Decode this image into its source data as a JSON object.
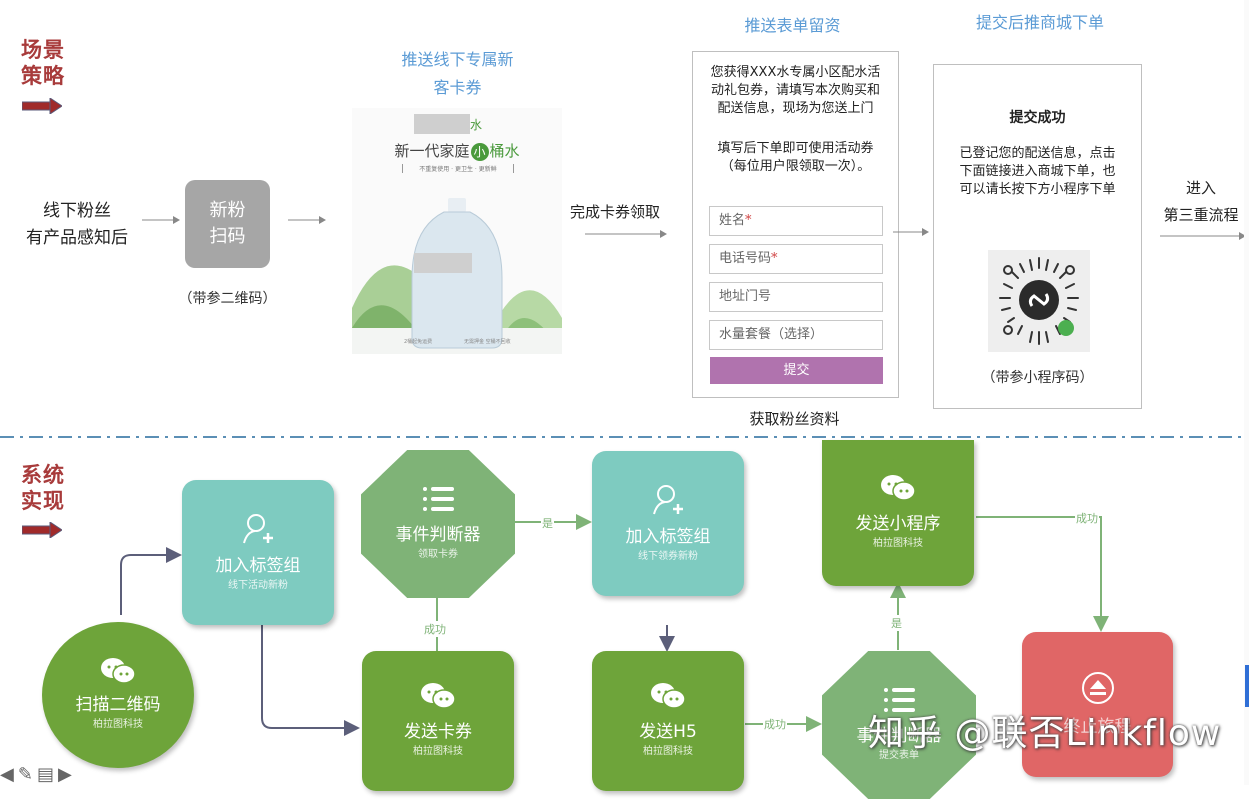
{
  "scenario": {
    "section_label": "场景\n策略",
    "line1": "场景",
    "line2": "策略",
    "start_text": [
      "线下粉丝",
      "有产品感知后"
    ],
    "scan_box": [
      "新粉",
      "扫码"
    ],
    "scan_caption": "（带参二维码）",
    "coupon_title": [
      "推送线下专属新",
      "客卡券"
    ],
    "poster": {
      "brand_suffix": "水",
      "headline_prefix": "新一代家庭",
      "headline_badge": "小",
      "headline_suffix": "桶水",
      "tagline": "不重复使用 · 更卫生 · 更新鲜",
      "footer_left": "2桶起免运费",
      "footer_right": "无需押金 空桶不回收"
    },
    "coupon_done": "完成卡券领取",
    "form_title": "推送表单留资",
    "form": {
      "intro": [
        "您获得XXX水专属小区配水活",
        "动礼包券，请填写本次购买和",
        "配送信息，现场为您送上门"
      ],
      "note": [
        "填写后下单即可使用活动券",
        "（每位用户限领取一次）。"
      ],
      "fields": [
        {
          "label": "姓名",
          "required": "*"
        },
        {
          "label": "电话号码",
          "required": "*"
        },
        {
          "label": "地址门号",
          "required": ""
        },
        {
          "label": "水量套餐（选择）",
          "required": ""
        }
      ],
      "submit": "提交"
    },
    "form_caption": "获取粉丝资料",
    "after_title": "提交后推商城下单",
    "success": {
      "title": "提交成功",
      "body": [
        "已登记您的配送信息，点击",
        "下面链接进入商城下单，也",
        "可以请长按下方小程序下单"
      ],
      "qr_caption": "（带参小程序码）"
    },
    "next_text": [
      "进入",
      "第三重流程"
    ]
  },
  "system": {
    "line1": "系统",
    "line2": "实现",
    "nodes": {
      "scan": {
        "title": "扫描二维码",
        "sub": "柏拉图科技"
      },
      "tag1": {
        "title": "加入标签组",
        "sub": "线下活动新粉"
      },
      "send_coupon": {
        "title": "发送卡券",
        "sub": "柏拉图科技"
      },
      "judge1": {
        "title": "事件判断器",
        "sub": "领取卡券"
      },
      "tag2": {
        "title": "加入标签组",
        "sub": "线下领券新粉"
      },
      "send_h5": {
        "title": "发送H5",
        "sub": "柏拉图科技"
      },
      "judge2": {
        "title": "事件判断器",
        "sub": "提交表单"
      },
      "send_mini": {
        "title": "发送小程序",
        "sub": "柏拉图科技"
      },
      "stop": {
        "title": "终止旅程",
        "sub": ""
      }
    },
    "edges": {
      "success": "成功",
      "yes": "是"
    }
  },
  "watermark": "知乎 @联否Linkflow",
  "colors": {
    "section_red": "#a83b3b",
    "title_blue": "#5b9bd5",
    "teal": "#7ecbc0",
    "green": "#6ea43a",
    "light_green": "#7fb377",
    "stop_red": "#e06666",
    "submit_purple": "#b073ae"
  }
}
